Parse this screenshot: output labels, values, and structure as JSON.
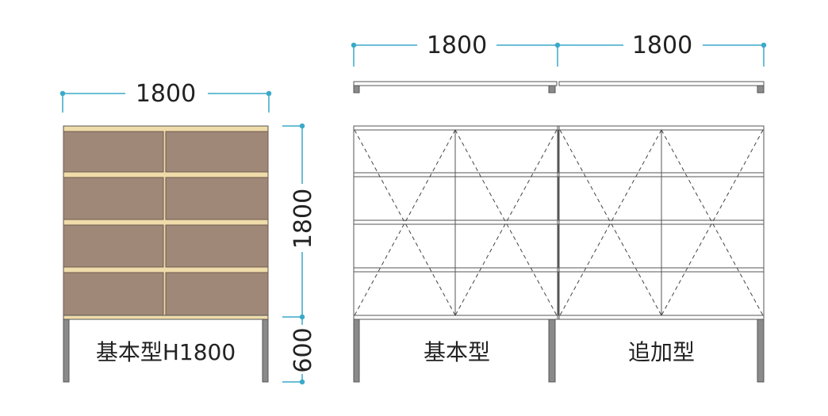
{
  "left_unit": {
    "width_dim": "1800",
    "height_dim": "1800",
    "leg_dim": "600",
    "label": "基本型H1800"
  },
  "right_unit": {
    "width_dim_1": "1800",
    "width_dim_2": "1800",
    "label_base": "基本型",
    "label_added": "追加型"
  },
  "colors": {
    "dim_line": "#3aa9c9",
    "panel_fill": "#a08878",
    "shelf_edge": "#efdcaa",
    "outline": "#555555",
    "leg": "#8a8a8a"
  }
}
